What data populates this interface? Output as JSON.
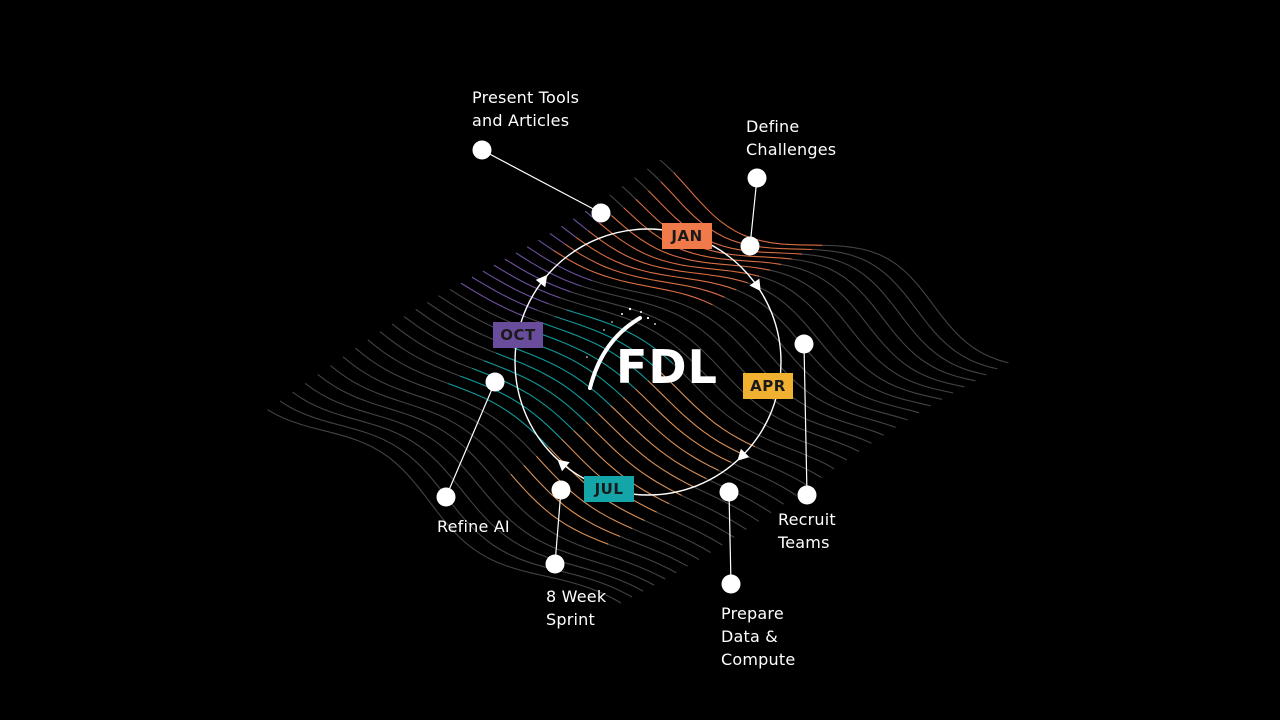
{
  "logo": {
    "text": "FDL"
  },
  "months": [
    {
      "key": "jan",
      "label": "JAN",
      "color": "#f07a4a",
      "text_color": "#1a1a1a"
    },
    {
      "key": "apr",
      "label": "APR",
      "color": "#f0b030",
      "text_color": "#1a1a1a"
    },
    {
      "key": "jul",
      "label": "JUL",
      "color": "#13a5a8",
      "text_color": "#1a1a1a"
    },
    {
      "key": "oct",
      "label": "OCT",
      "color": "#6a4c9c",
      "text_color": "#1a1a1a"
    }
  ],
  "steps": [
    {
      "key": "present",
      "label": "Present Tools\nand Articles"
    },
    {
      "key": "define",
      "label": "Define\nChallenges"
    },
    {
      "key": "recruit",
      "label": "Recruit\nTeams"
    },
    {
      "key": "prepare",
      "label": "Prepare\nData &\nCompute"
    },
    {
      "key": "sprint",
      "label": "8 Week\nSprint"
    },
    {
      "key": "refine",
      "label": "Refine AI"
    }
  ],
  "colors": {
    "background": "#000000",
    "wave_gray": "#5a5a5a",
    "wave_orange": "#f07a4a",
    "wave_purple": "#7a5ab0",
    "wave_teal": "#14a8ab",
    "wave_peach": "#f0a060"
  }
}
